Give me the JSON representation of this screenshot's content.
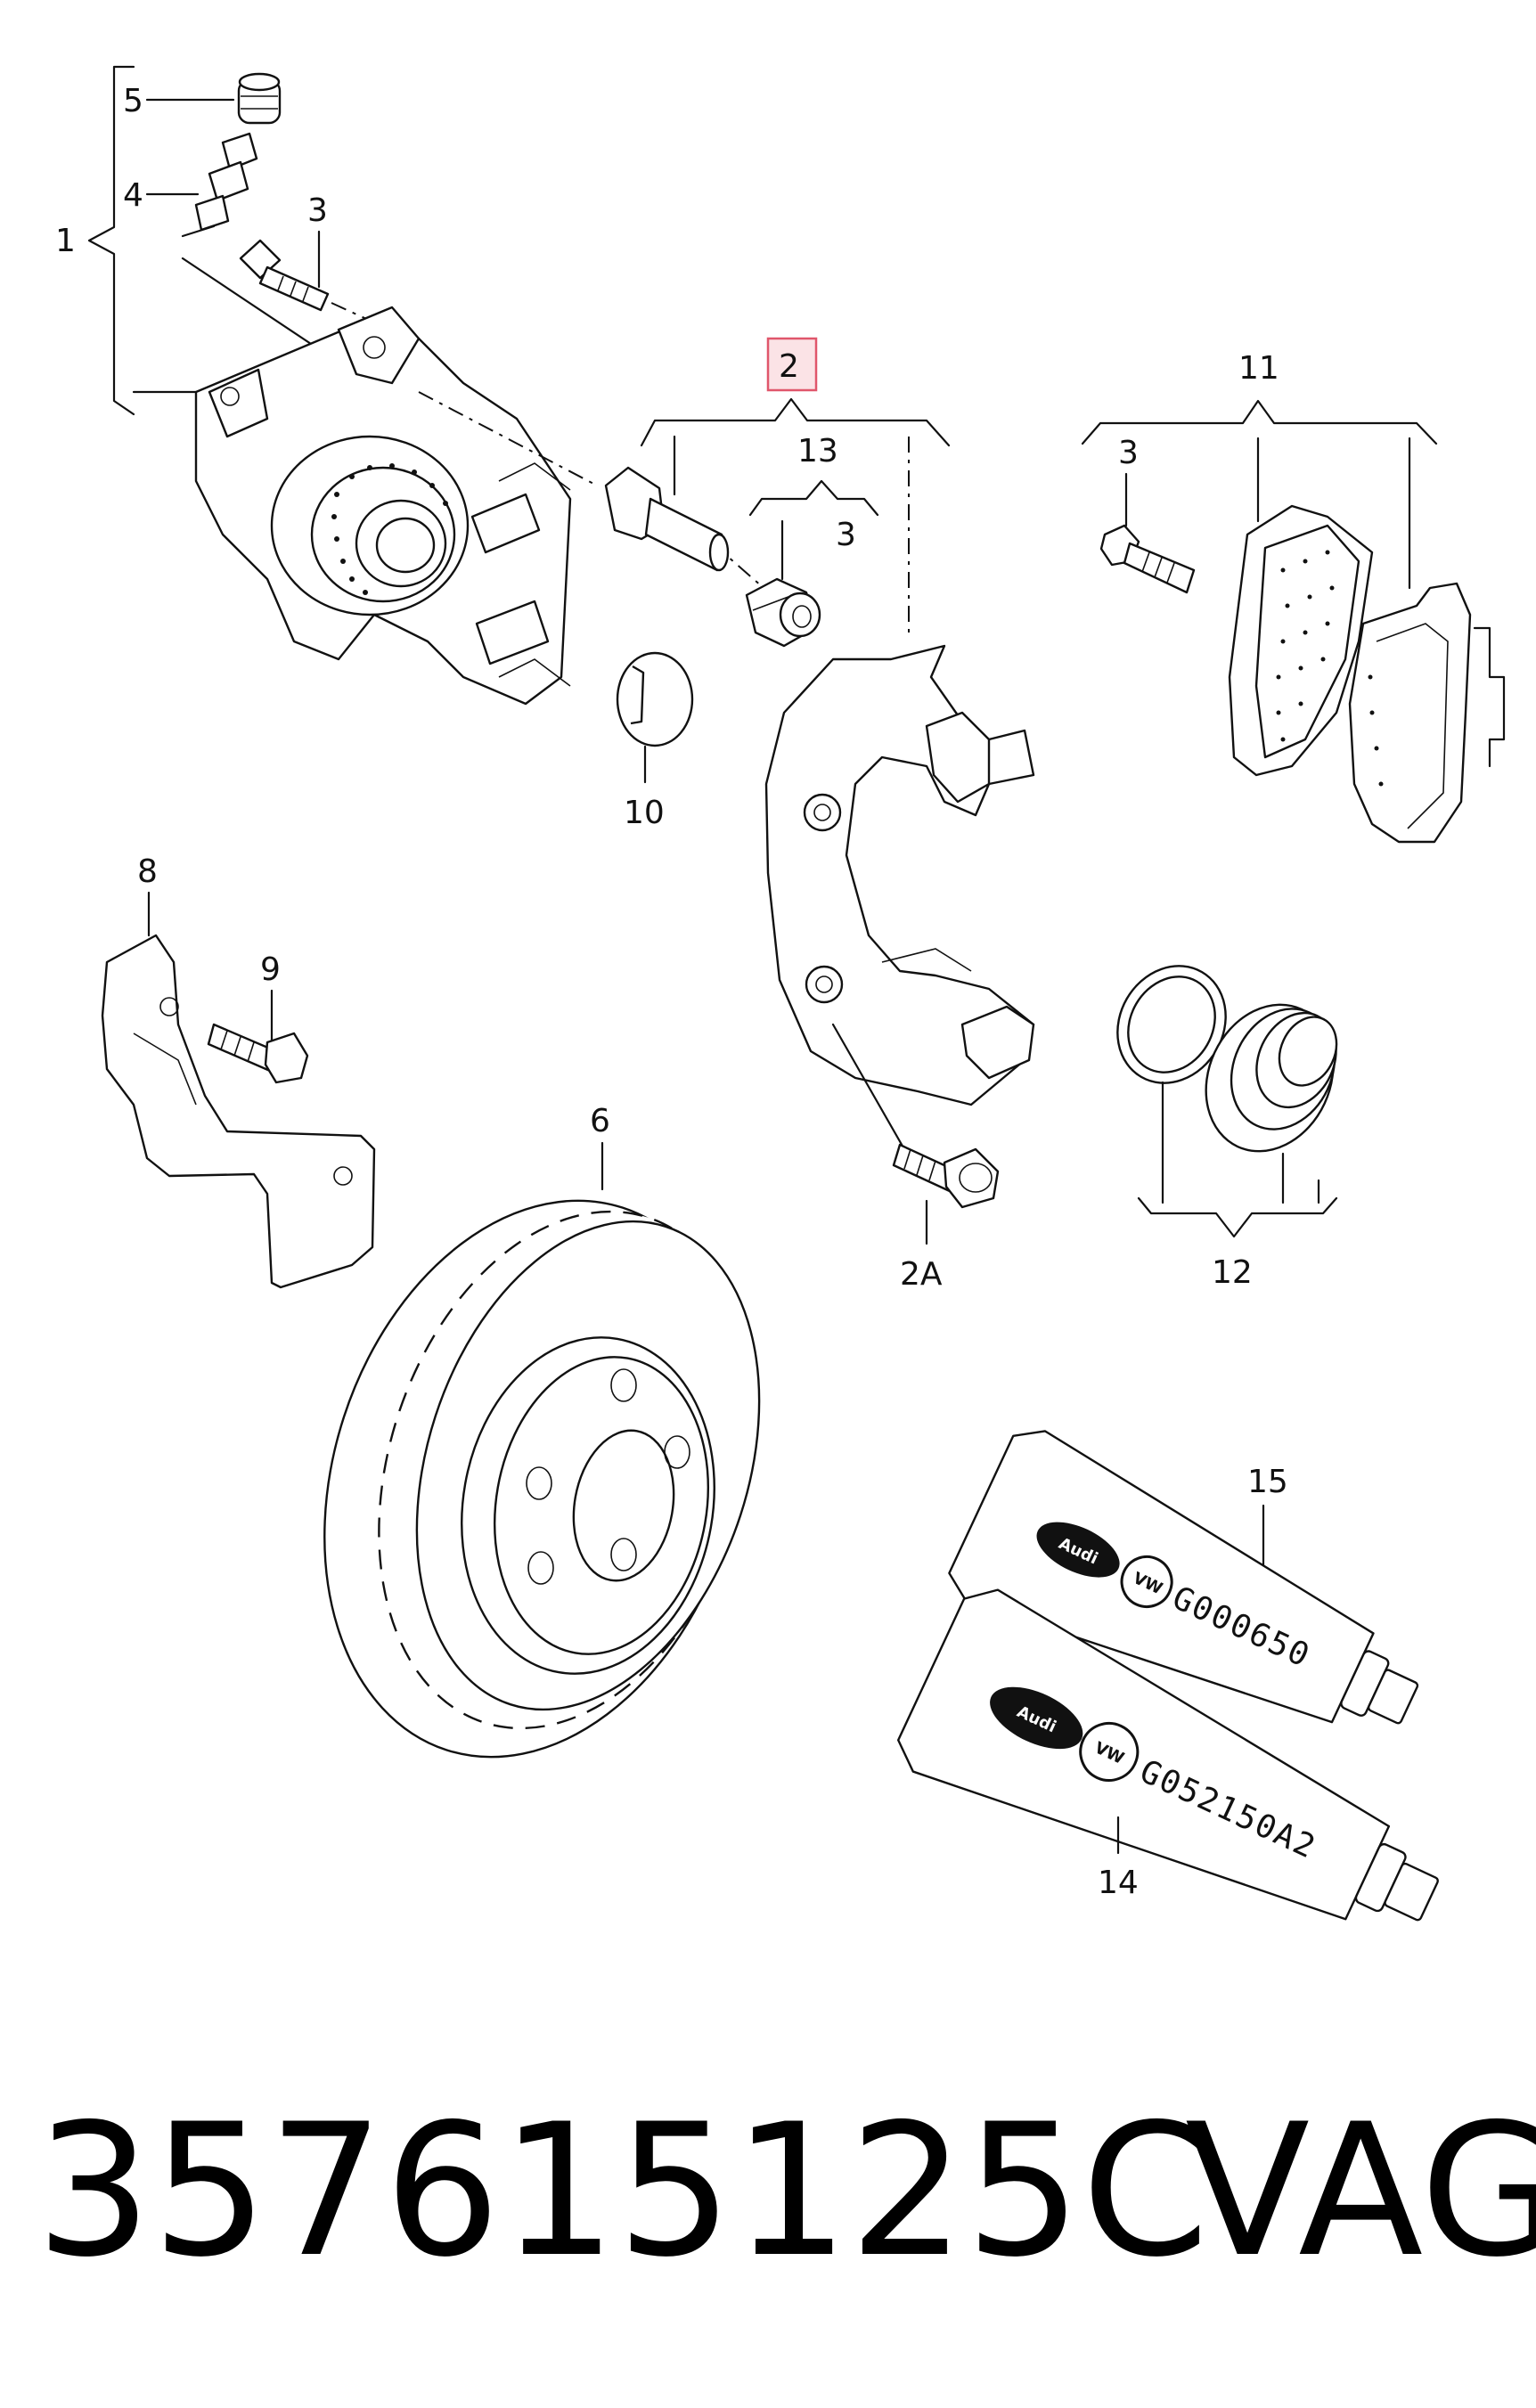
{
  "callouts": {
    "c1": "1",
    "c2": "2",
    "c2a": "2A",
    "c3a": "3",
    "c3b": "3",
    "c3c": "3",
    "c4": "4",
    "c5": "5",
    "c6": "6",
    "c8": "8",
    "c9": "9",
    "c10": "10",
    "c11": "11",
    "c12": "12",
    "c13": "13",
    "c14": "14",
    "c15": "15"
  },
  "tubes": {
    "upper_code": "G000650",
    "lower_code": "G052150A2",
    "brand_logo": "Audi",
    "vw_logo": "VW"
  },
  "footer": {
    "part_number": "357615125C",
    "maker": "VAG"
  },
  "highlight_color": "#e0566b"
}
